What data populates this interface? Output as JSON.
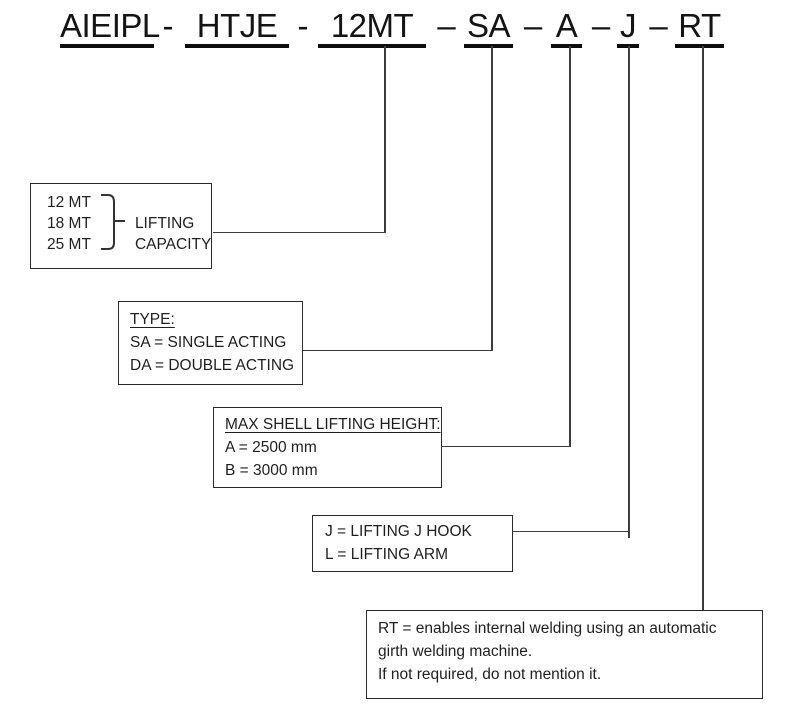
{
  "title": {
    "segments": [
      {
        "text": "AIEIPL"
      },
      {
        "text": "-"
      },
      {
        "text": "HTJE"
      },
      {
        "text": "-"
      },
      {
        "text": "12MT"
      },
      {
        "text": "–"
      },
      {
        "text": "SA"
      },
      {
        "text": "–"
      },
      {
        "text": "A"
      },
      {
        "text": "–"
      },
      {
        "text": "J"
      },
      {
        "text": "–"
      },
      {
        "text": "RT"
      }
    ]
  },
  "boxes": {
    "lifting_capacity": {
      "options": [
        "12 MT",
        "18 MT",
        "25 MT"
      ],
      "label_line1": "LIFTING",
      "label_line2": "CAPACITY"
    },
    "type": {
      "heading": "TYPE:",
      "line1": "SA = SINGLE ACTING",
      "line2": "DA = DOUBLE ACTING"
    },
    "shell_height": {
      "heading": "MAX SHELL LIFTING HEIGHT:",
      "line1": "A = 2500 mm",
      "line2": "B = 3000 mm"
    },
    "hook": {
      "line1": "J = LIFTING J HOOK",
      "line2": "L = LIFTING ARM"
    },
    "rt_note": {
      "line1": "RT = enables internal welding using an automatic",
      "line2": "girth welding machine.",
      "line3": "If not required, do not mention it."
    }
  },
  "colors": {
    "background": "#ffffff",
    "text": "#1f1f1f",
    "line": "#3d3d3d",
    "underline": "#0d0d0d"
  }
}
